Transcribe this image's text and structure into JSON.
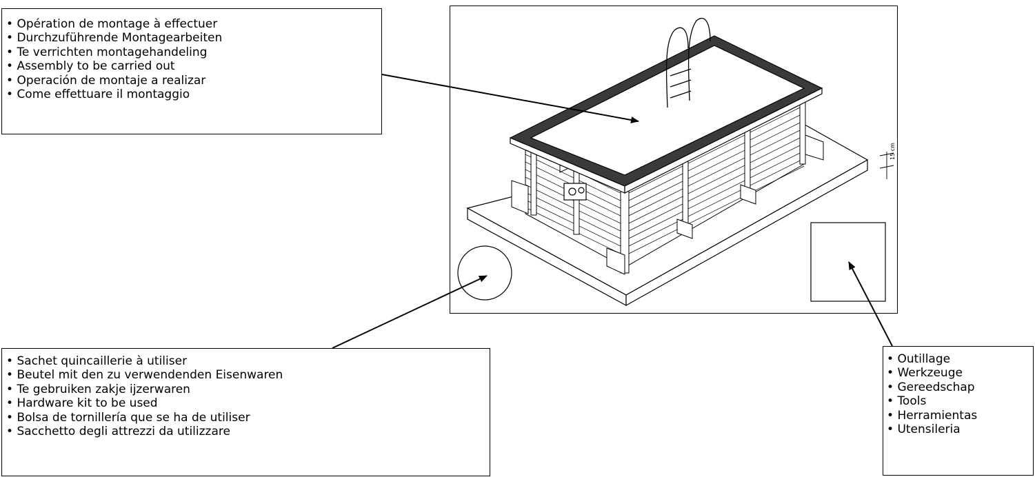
{
  "assembly": {
    "items": [
      "Opération de montage à effectuer",
      "Durchzuführende Montagearbeiten",
      "Te verrichten montagehandeling",
      "Assembly to be carried out",
      "Operación de montaje a realizar",
      "Come effettuare il montaggio"
    ]
  },
  "hardware": {
    "items": [
      "Sachet quincaillerie à utiliser",
      "Beutel mit den zu verwendenden Eisenwaren",
      "Te gebruiken zakje ijzerwaren",
      "Hardware kit to be used",
      "Bolsa de tornillería que se ha de utiliser",
      "Sacchetto degli attrezzi da utilizzare"
    ]
  },
  "tools": {
    "items": [
      "Outillage",
      "Werkzeuge",
      "Gereedschap",
      "Tools",
      "Herramientas",
      "Utensileria"
    ]
  },
  "dimension": {
    "label": "15 cm"
  }
}
